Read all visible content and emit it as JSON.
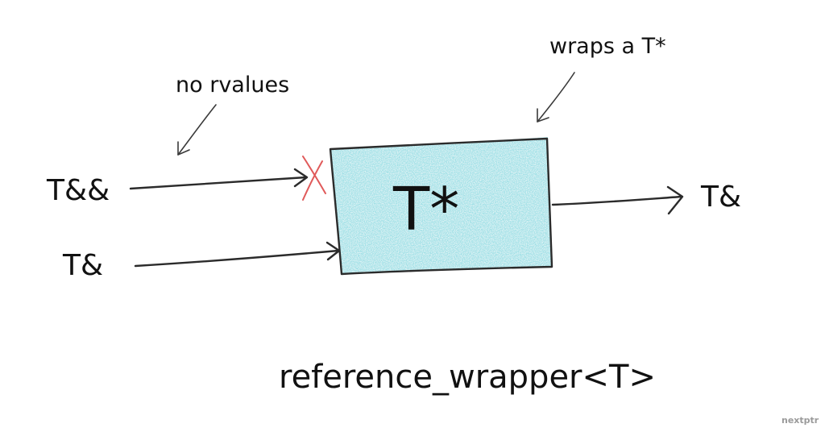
{
  "labels": {
    "rvalue_input": "T&&",
    "lvalue_input": "T&",
    "output": "T&",
    "box_content": "T*",
    "no_rvalues_note": "no rvalues",
    "wraps_note": "wraps a T*",
    "title": "reference_wrapper<T>",
    "watermark": "nextptr"
  },
  "colors": {
    "box_fill": "#9fe0e6",
    "box_fill_light": "#c8eff2",
    "reject_mark": "#e05a5a",
    "ink": "#2b2b2b"
  }
}
